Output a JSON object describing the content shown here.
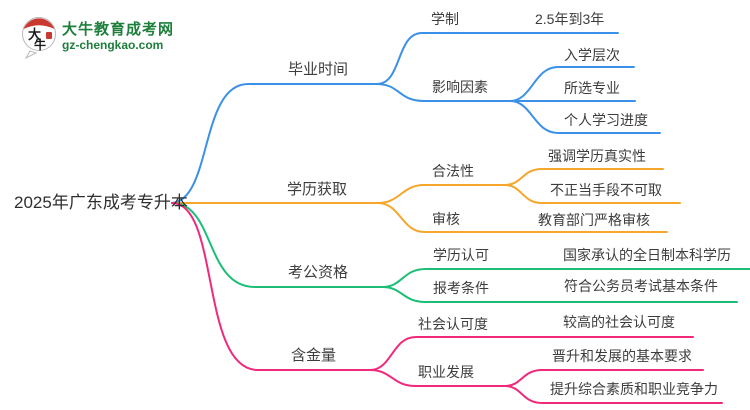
{
  "logo": {
    "title": "大牛教育成考网",
    "url": "gz-chengkao.com",
    "icon_text_top": "大",
    "icon_text_bottom": "牛",
    "brand_color": "#1e7e3c",
    "seal_color": "#c9392f"
  },
  "root": {
    "label": "2025年广东成考专升本"
  },
  "colors": {
    "branch1": "#3b90e8",
    "branch2": "#f5a62b",
    "branch3": "#1cbe77",
    "branch4": "#f0297b",
    "text": "#3d3d3d"
  },
  "branches": [
    {
      "label": "毕业时间",
      "color": "#3b90e8",
      "children": [
        {
          "label": "学制",
          "children": [
            {
              "label": "2.5年到3年"
            }
          ]
        },
        {
          "label": "影响因素",
          "children": [
            {
              "label": "入学层次"
            },
            {
              "label": "所选专业"
            },
            {
              "label": "个人学习进度"
            }
          ]
        }
      ]
    },
    {
      "label": "学历获取",
      "color": "#f5a62b",
      "children": [
        {
          "label": "合法性",
          "children": [
            {
              "label": "强调学历真实性"
            },
            {
              "label": "不正当手段不可取"
            }
          ]
        },
        {
          "label": "审核",
          "children": [
            {
              "label": "教育部门严格审核"
            }
          ]
        }
      ]
    },
    {
      "label": "考公资格",
      "color": "#1cbe77",
      "children": [
        {
          "label": "学历认可",
          "children": [
            {
              "label": "国家承认的全日制本科学历"
            }
          ]
        },
        {
          "label": "报考条件",
          "children": [
            {
              "label": "符合公务员考试基本条件"
            }
          ]
        }
      ]
    },
    {
      "label": "含金量",
      "color": "#f0297b",
      "children": [
        {
          "label": "社会认可度",
          "children": [
            {
              "label": "较高的社会认可度"
            }
          ]
        },
        {
          "label": "职业发展",
          "children": [
            {
              "label": "晋升和发展的基本要求"
            },
            {
              "label": "提升综合素质和职业竞争力"
            }
          ]
        }
      ]
    }
  ]
}
